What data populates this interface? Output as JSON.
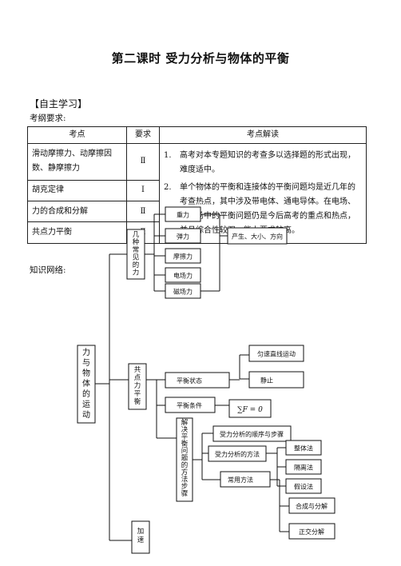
{
  "title": "第二课时  受力分析与物体的平衡",
  "section_heading": "【自主学习】",
  "requirements_label": "考纲要求:",
  "table": {
    "headers": [
      "考点",
      "要求",
      "考点解读"
    ],
    "rows": [
      {
        "topic": "滑动摩擦力、动摩擦因数、静摩擦力",
        "level": "Ⅱ"
      },
      {
        "topic": "胡克定律",
        "level": "Ⅰ"
      },
      {
        "topic": "力的合成和分解",
        "level": "Ⅱ"
      },
      {
        "topic": "共点力平衡",
        "level": "Ⅱ"
      }
    ],
    "interpretation": [
      {
        "num": "1.",
        "text": "高考对本专题知识的考查多以选择题的形式出现，难度适中。"
      },
      {
        "num": "2.",
        "text": "单个物体的平衡和连接体的平衡问题均是近几年的考查热点，其中涉及带电体、通电导体。在电场、复合场中的平衡问题仍是今后高考的重点和热点，并且综合性较强，能力要求较高。"
      }
    ]
  },
  "network_label": "知识网络:",
  "network": {
    "root": "力与物体的运动",
    "branch_common_forces": "几种常见的力",
    "forces": [
      "重力",
      "弹力",
      "摩擦力",
      "电场力",
      "磁场力"
    ],
    "force_properties": "产生、大小、方向",
    "branch_equilibrium": "共点力平衡",
    "equilibrium_state": "平衡状态",
    "states": [
      "匀速直线运动",
      "静止"
    ],
    "equilibrium_condition": "平衡条件",
    "condition_formula": "∑F = 0",
    "branch_methods": "解决平衡问题的方法步骤",
    "steps_order": "受力分析的顺序与步骤",
    "analysis_methods": "受力分析的方法",
    "analysis_method_items": [
      "整体法",
      "隔离法",
      "假设法"
    ],
    "common_methods": "常用方法",
    "common_method_items": [
      "合成与分解",
      "正交分解"
    ],
    "branch_acceleration": "加速"
  }
}
